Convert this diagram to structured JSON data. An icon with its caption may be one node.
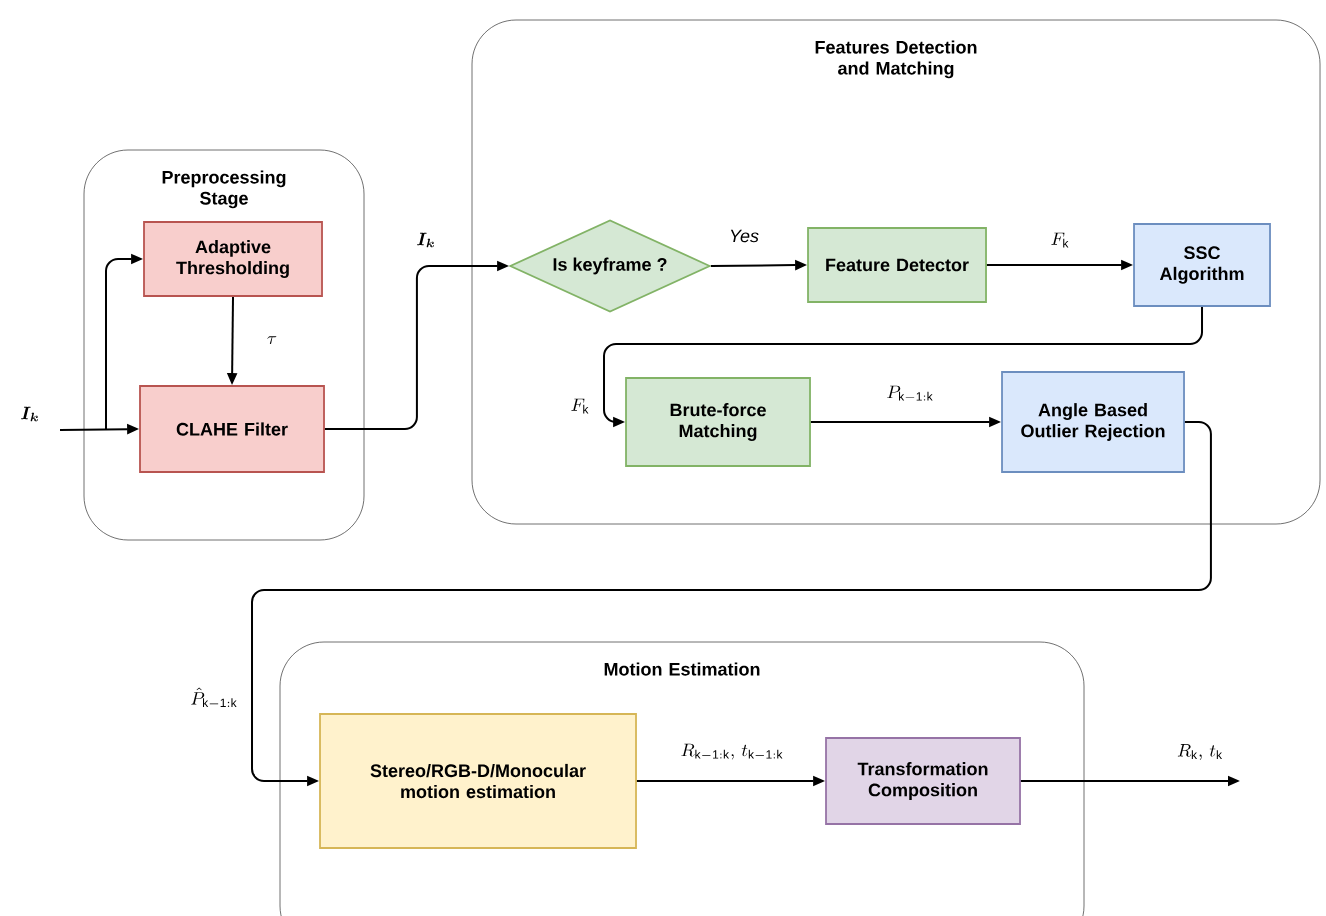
{
  "diagram": {
    "nodes": [
      {
        "text": [
          "Preprocessing Stage"
        ]
      },
      {
        "text": [
          "Adaptive Thresholding"
        ],
        "in": 0
      },
      {
        "text": [
          "CLAHE Filter"
        ],
        "in": 0
      },
      {
        "text": [
          "Features Detection and Matching"
        ]
      },
      {
        "text": [
          "Is keyframe ?"
        ],
        "in": 3
      },
      {
        "text": [
          "Feature Detector"
        ],
        "in": 3
      },
      {
        "text": [
          "SSC Algorithm"
        ],
        "in": 3
      },
      {
        "text": [
          "Brute-force Matching"
        ],
        "in": 3
      },
      {
        "text": [
          "Angle Based Outlier Rejection"
        ],
        "in": 3
      },
      {
        "text": [
          "Motion Estimation"
        ]
      },
      {
        "text": [
          "Stereo/RGB-D/Monocular motion estimation"
        ],
        "in": 9
      },
      {
        "text": [
          "Transformation Composition"
        ],
        "in": 9
      }
    ],
    "edges": [
      {
        "from": null,
        "to": 2,
        "arrow": "to",
        "label": "\\boldsymbol{I_k}"
      },
      {
        "from": null,
        "to": 1,
        "arrow": "to"
      },
      {
        "from": 1,
        "to": 2,
        "arrow": "to",
        "label": "\\tau"
      },
      {
        "from": 2,
        "to": 4,
        "arrow": "to",
        "label": "\\boldsymbol{I_k}"
      },
      {
        "from": 4,
        "to": 5,
        "arrow": "to",
        "label": "Yes"
      },
      {
        "from": 5,
        "to": 6,
        "arrow": "to",
        "label": "F_{\\mathrm{k}}"
      },
      {
        "from": 6,
        "to": 7,
        "arrow": "to",
        "label": "F_{\\mathrm{k}}"
      },
      {
        "from": 7,
        "to": 8,
        "arrow": "to",
        "label": "P_{\\mathrm{k-1:k}}"
      },
      {
        "from": 8,
        "to": 10,
        "arrow": "to",
        "label": "\\hat{P}_{\\mathrm{k-1:k}}"
      },
      {
        "from": 10,
        "to": 11,
        "arrow": "to",
        "label": "R_{\\mathrm{k-1:k}},\\, t_{\\mathrm{k-1:k}}"
      },
      {
        "from": 11,
        "to": null,
        "arrow": "to",
        "label": "R_{\\mathrm{k}},\\, t_{\\mathrm{k}}"
      }
    ]
  }
}
